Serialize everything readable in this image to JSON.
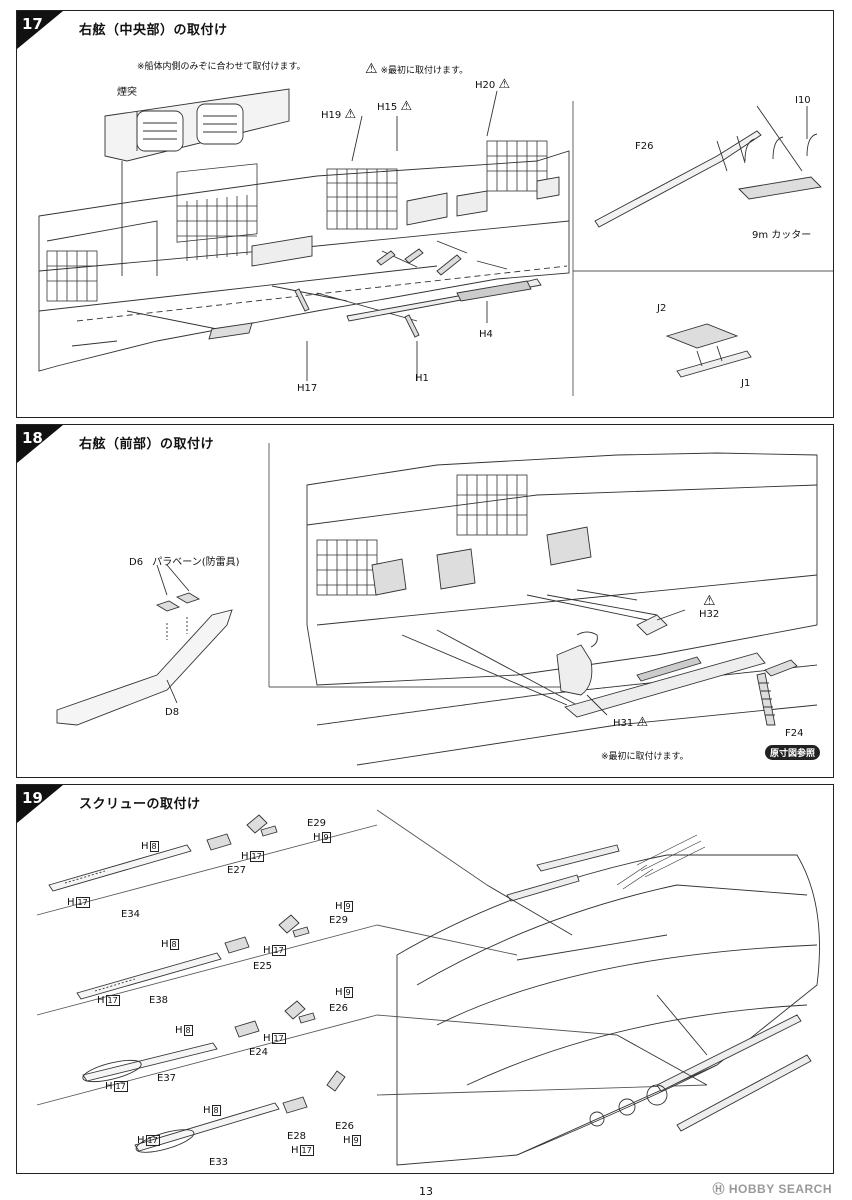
{
  "page_number": "13",
  "watermark": "HOBBY SEARCH",
  "steps": [
    {
      "number": "17",
      "title": "右舷（中央部）の取付け",
      "labels": {
        "funnel": "煙突",
        "fit_note": "※船体内側のみぞに合わせて取付けます。",
        "first_note": "※最初に取付けます。",
        "h19": "H19",
        "h15": "H15",
        "h20": "H20",
        "i10": "I10",
        "f26": "F26",
        "cutter": "9m カッター",
        "j2": "J2",
        "j1": "J1",
        "h4": "H4",
        "h17": "H17",
        "h1": "H1"
      }
    },
    {
      "number": "18",
      "title": "右舷（前部）の取付け",
      "labels": {
        "d6": "D6",
        "paravane": "パラベーン(防雷具)",
        "d8": "D8",
        "h32": "H32",
        "h31": "H31",
        "first_note": "※最初に取付けます。",
        "f24": "F24",
        "ref_tag": "原寸図参照"
      }
    },
    {
      "number": "19",
      "title": "スクリューの取付け",
      "rows": [
        {
          "h8": "H",
          "h8n": "8",
          "h17": "H",
          "h17n": "17",
          "shaft_cover": "E34",
          "bracket": "E27",
          "bracket_h": "H",
          "bracket_hn": "17",
          "prop": "E29",
          "prop_h": "H",
          "prop_hn": "9"
        },
        {
          "h8": "H",
          "h8n": "8",
          "h17": "H",
          "h17n": "17",
          "shaft_cover": "E38",
          "bracket": "E25",
          "bracket_h": "H",
          "bracket_hn": "17",
          "prop": "E29",
          "prop_h": "H",
          "prop_hn": "9"
        },
        {
          "h8": "H",
          "h8n": "8",
          "h17": "H",
          "h17n": "17",
          "shaft_cover": "E37",
          "bracket": "E24",
          "bracket_h": "H",
          "bracket_hn": "17",
          "prop": "E26",
          "prop_h": "H",
          "prop_hn": "9"
        },
        {
          "h8": "H",
          "h8n": "8",
          "h17": "H",
          "h17n": "17",
          "shaft_cover": "E33",
          "bracket": "E28",
          "bracket_h": "H",
          "bracket_hn": "17",
          "prop": "E26",
          "prop_h": "H",
          "prop_hn": "9"
        }
      ]
    }
  ]
}
